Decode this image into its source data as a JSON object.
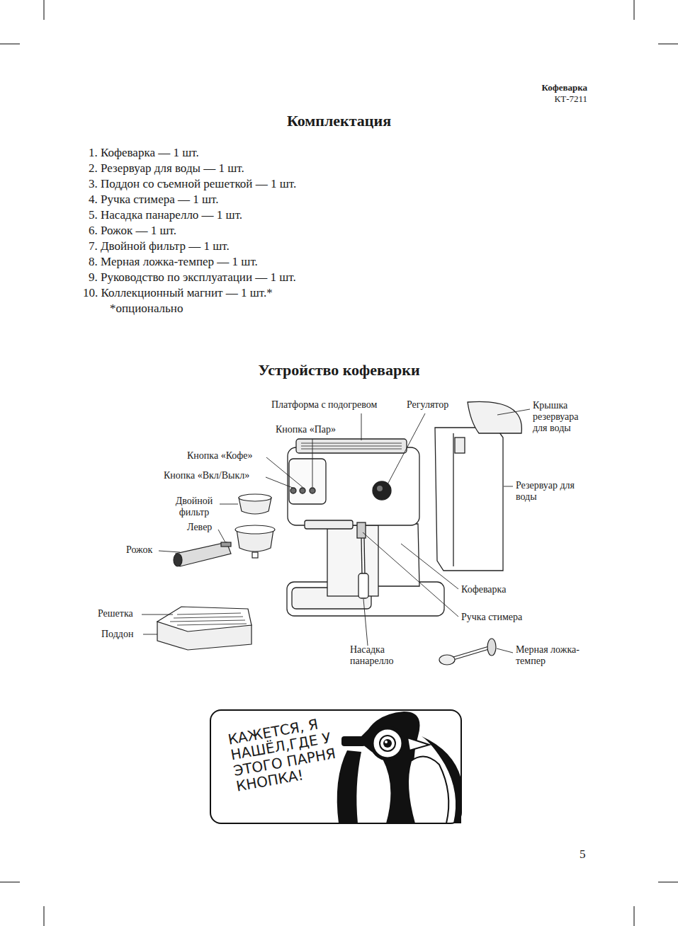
{
  "diagram": {
    "title": "Устройство кофеварки",
    "nodes": [
      {
        "text": [
          "КАЖЕТСЯ, Я НАШЁЛ,ГДЕ У ЭТОГО ПАРНЯ КНОПКА!"
        ]
      }
    ],
    "labels": [
      "Кофеварка",
      "КТ-7211",
      "Комплектация",
      "1. Кофеварка — 1 шт.",
      "2. Резервуар для воды — 1 шт.",
      "3. Поддон со съемной решеткой — 1 шт.",
      "4. Ручка стимера — 1 шт.",
      "5. Насадка панарелло — 1 шт.",
      "6. Рожок — 1 шт.",
      "7. Двойной фильтр — 1 шт.",
      "8. Мерная ложка-темпер — 1 шт.",
      "9. Руководство по эксплуатации — 1 шт.",
      "10. Коллекционный магнит — 1 шт.*",
      "*опционально",
      "Платформа с подогревом",
      "Регулятор",
      "Крышка резервуара для воды",
      "Кнопка «Пар»",
      "Кнопка «Кофе»",
      "Кнопка «Вкл/Выкл»",
      "Двойной фильтр",
      "Левер",
      "Рожок",
      "Резервуар для воды",
      "Кофеварка",
      "Ручка стимера",
      "Решетка",
      "Поддон",
      "Насадка панарелло",
      "Мерная ложка-темпер",
      "5"
    ]
  }
}
